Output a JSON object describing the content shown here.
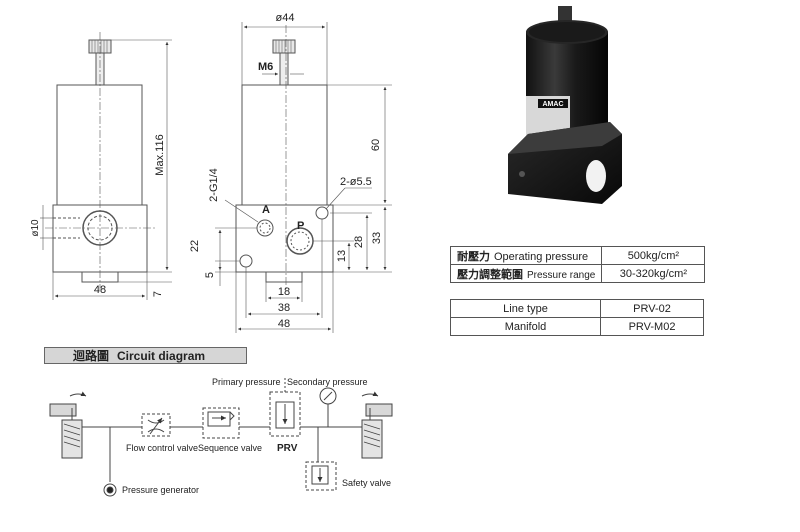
{
  "front_view": {
    "dims": {
      "height": "Max.116",
      "width": "48",
      "bottom": "7",
      "bore": "ø10"
    }
  },
  "side_view": {
    "dims": {
      "top_width": "ø44",
      "screw": "M6",
      "height": "60",
      "holes": "2-ø5.5",
      "port": "2-G1/4",
      "d22": "22",
      "d5": "5",
      "d13": "13",
      "d28": "28",
      "d33": "33",
      "d18": "18",
      "d38": "38",
      "d48": "48"
    },
    "ports": {
      "a": "A",
      "p": "P"
    }
  },
  "photo": {
    "brand_text": "AMAC"
  },
  "spec_table": {
    "rows": [
      {
        "label_cjk": "耐壓力",
        "label": "Operating pressure",
        "value": "500kg/cm²"
      },
      {
        "label_cjk": "壓力調整範圍",
        "label": "Pressure range",
        "value": "30-320kg/cm²"
      }
    ]
  },
  "model_table": {
    "rows": [
      {
        "label": "Line type",
        "value": "PRV-02"
      },
      {
        "label": "Manifold",
        "value": "PRV-M02"
      }
    ]
  },
  "circuit": {
    "header_cjk": "迴路圖",
    "header": "Circuit diagram",
    "labels": {
      "primary": "Primary pressure",
      "secondary": "Secondary pressure",
      "flow": "Flow control valve",
      "sequence": "Sequence valve",
      "prv": "PRV",
      "safety": "Safety valve",
      "generator": "Pressure generator"
    }
  }
}
